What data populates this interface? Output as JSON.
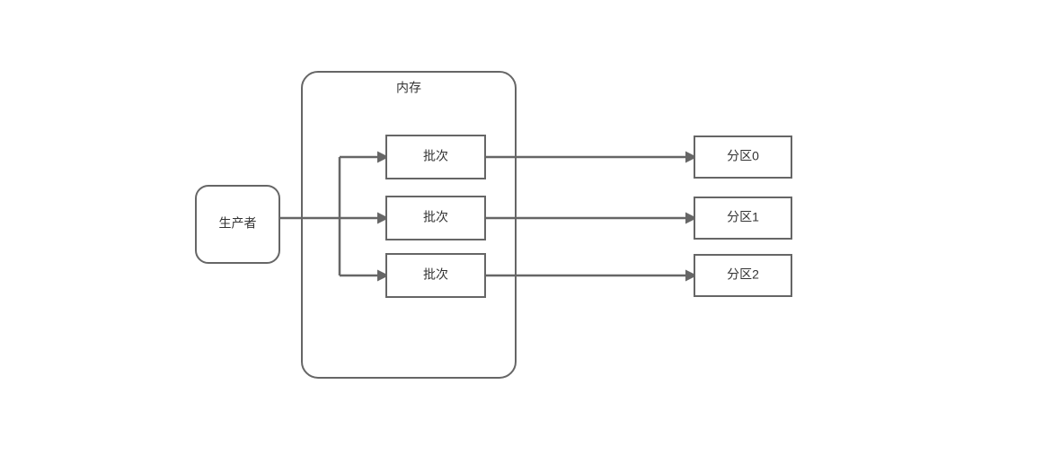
{
  "diagram": {
    "title_text": "",
    "colors": {
      "stroke": "#666666",
      "fill": "#ffffff",
      "text": "#333333",
      "background": "#ffffff"
    },
    "producer": {
      "label": "生产者"
    },
    "memory": {
      "label": "内存",
      "batches": [
        {
          "label": "批次"
        },
        {
          "label": "批次"
        },
        {
          "label": "批次"
        }
      ]
    },
    "partitions": [
      {
        "label": "分区0"
      },
      {
        "label": "分区1"
      },
      {
        "label": "分区2"
      }
    ]
  }
}
